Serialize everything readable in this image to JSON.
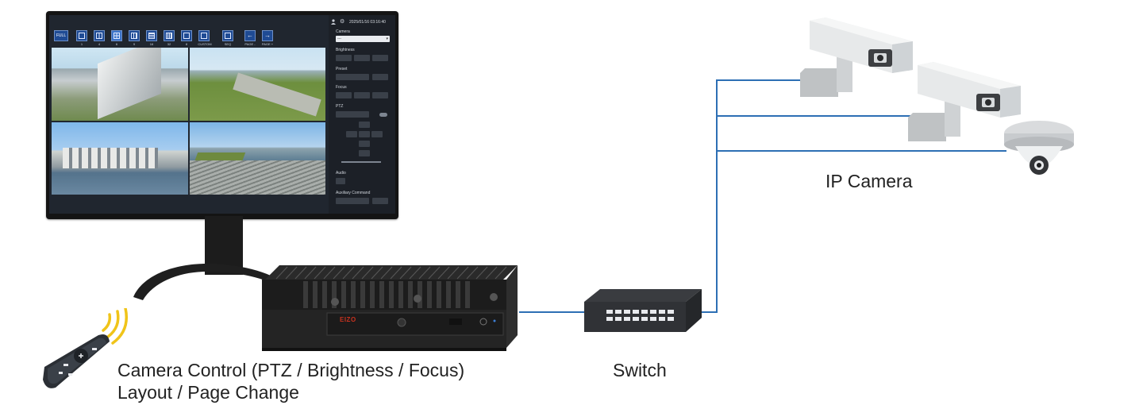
{
  "monitor": {
    "datetime": "2025/01/16 03:16:40",
    "toolbar": {
      "full_label": "FULL",
      "layout_buttons": [
        {
          "label": "1"
        },
        {
          "label": "4"
        },
        {
          "label": "6"
        },
        {
          "label": "9"
        },
        {
          "label": "16"
        },
        {
          "label": "32"
        },
        {
          "label": "8"
        },
        {
          "label": "CUSTOM"
        },
        {
          "label": "SEQ"
        },
        {
          "label": "PAGE -"
        },
        {
          "label": "PAGE +"
        }
      ]
    },
    "panel": {
      "camera_label": "Camera",
      "camera_value": "---",
      "brightness_label": "Brightness",
      "preset_label": "Preset",
      "focus_label": "Focus",
      "ptz_label": "PTZ",
      "audio_label": "Audio",
      "aux_label": "Auxiliary Command"
    }
  },
  "box_pc": {
    "brand": "EIZO"
  },
  "labels": {
    "ip_camera": "IP Camera",
    "switch": "Switch",
    "control_line1": "Camera Control (PTZ / Brightness / Focus)",
    "control_line2": "Layout / Page Change"
  },
  "colors": {
    "cable": "#2d6fb4",
    "toolbar_button": "#1f4b94",
    "brand_red": "#c7321f"
  }
}
